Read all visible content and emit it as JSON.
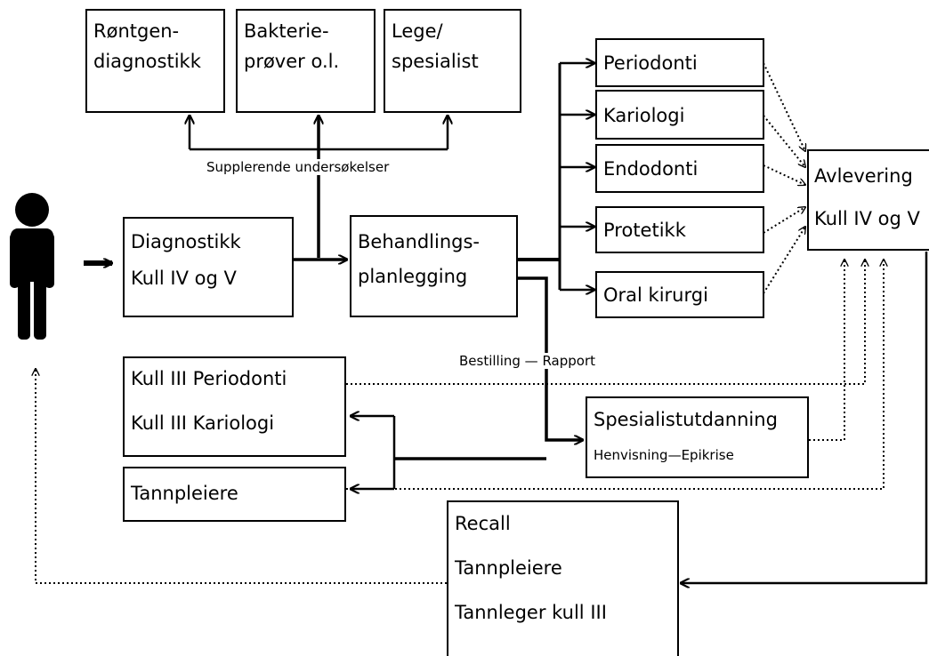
{
  "boxes": {
    "rontgen": [
      "Røntgen-",
      "diagnostikk"
    ],
    "bakterie": [
      "Bakterie-",
      "prøver o.l."
    ],
    "lege": [
      "Lege/",
      "spesialist"
    ],
    "diagnostikk": [
      "Diagnostikk",
      "Kull IV og V"
    ],
    "behandling": [
      "Behandlings-",
      "planlegging"
    ],
    "periodonti": "Periodonti",
    "kariologi": "Kariologi",
    "endodonti": "Endodonti",
    "protetikk": "Protetikk",
    "oral_kirurgi": "Oral kirurgi",
    "avlevering": [
      "Avlevering",
      "Kull IV og V"
    ],
    "kull3": [
      "Kull III Periodonti",
      "Kull III Kariologi"
    ],
    "tannpleiere": "Tannpleiere",
    "spesialist": [
      "Spesialistutdanning",
      "Henvisning—Epikrise"
    ],
    "recall": [
      "Recall",
      "Tannpleiere",
      "Tannleger kull III"
    ]
  },
  "labels": {
    "supplerende": "Supplerende undersøkelser",
    "bestilling": "Bestilling — Rapport"
  },
  "icons": {
    "person": "person-silhouette-icon"
  }
}
